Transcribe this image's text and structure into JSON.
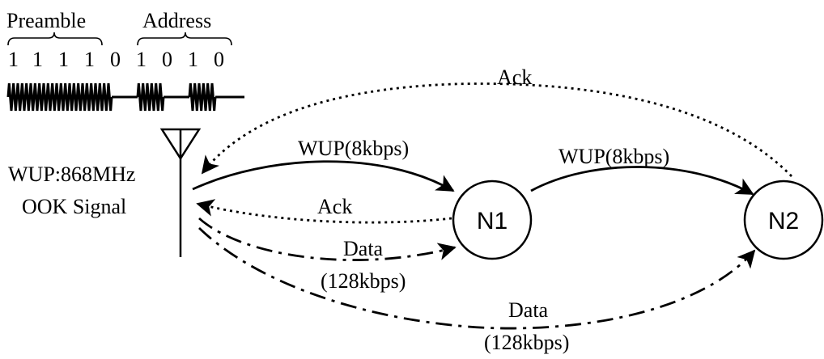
{
  "signal": {
    "preamble_label": "Preamble",
    "address_label": "Address",
    "bits": [
      "1",
      "1",
      "1",
      "1",
      "0",
      "1",
      "0",
      "1",
      "0"
    ]
  },
  "antenna": {
    "label_line1": "WUP:868MHz",
    "label_line2": "OOK Signal"
  },
  "nodes": [
    {
      "id": "n1",
      "label": "N1"
    },
    {
      "id": "n2",
      "label": "N2"
    }
  ],
  "links": [
    {
      "id": "wup-antenna-n1",
      "label": "WUP(8kbps)",
      "style": "solid"
    },
    {
      "id": "wup-n1-n2",
      "label": "WUP(8kbps)",
      "style": "solid"
    },
    {
      "id": "ack-n1-antenna",
      "label": "Ack",
      "style": "dotted"
    },
    {
      "id": "ack-n2-antenna",
      "label": "Ack",
      "style": "dotted"
    },
    {
      "id": "data-antenna-n1",
      "label_line1": "Data",
      "label_line2": "(128kbps)",
      "style": "dash-dot"
    },
    {
      "id": "data-antenna-n2",
      "label_line1": "Data",
      "label_line2": "(128kbps)",
      "style": "dash-dot"
    }
  ]
}
